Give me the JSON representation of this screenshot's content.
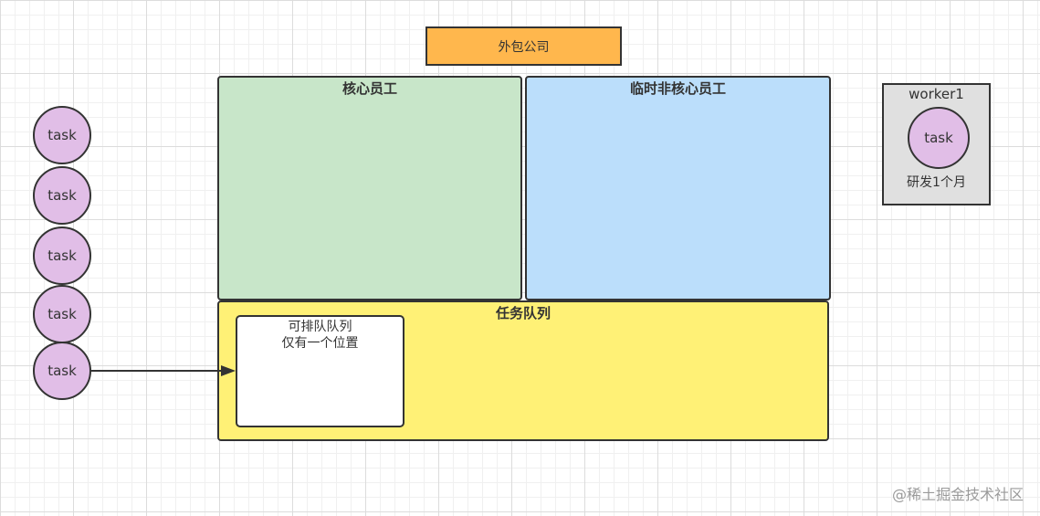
{
  "company": {
    "label": "外包公司"
  },
  "core_staff": {
    "title": "核心员工"
  },
  "temp_staff": {
    "title": "临时非核心员工"
  },
  "task_queue": {
    "title": "任务队列",
    "slot_line1": "可排队队列",
    "slot_line2": "仅有一个位置"
  },
  "waiting_tasks": [
    "task",
    "task",
    "task",
    "task",
    "task"
  ],
  "worker": {
    "title": "worker1",
    "task_label": "task",
    "description": "研发1个月"
  },
  "watermark": "@稀土掘金技术社区",
  "colors": {
    "company": "#ffb74d",
    "core": "#c8e6c9",
    "temp": "#bbdefb",
    "queue": "#fff176",
    "task": "#e1bee7",
    "worker": "#e0e0e0"
  }
}
